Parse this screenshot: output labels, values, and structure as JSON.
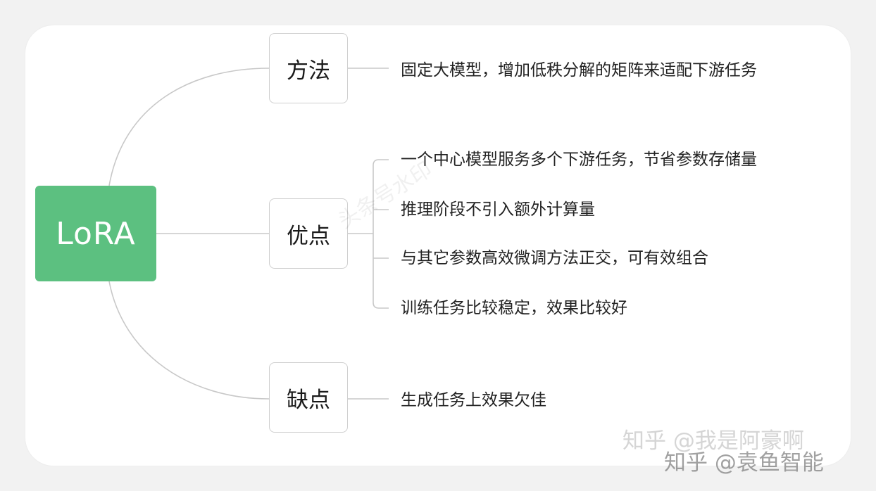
{
  "root": {
    "label": "LoRA"
  },
  "branches": [
    {
      "label": "方法",
      "leaves": [
        "固定大模型，增加低秩分解的矩阵来适配下游任务"
      ]
    },
    {
      "label": "优点",
      "leaves": [
        "一个中心模型服务多个下游任务，节省参数存储量",
        "推理阶段不引入额外计算量",
        "与其它参数高效微调方法正交，可有效组合",
        "训练任务比较稳定，效果比较好"
      ]
    },
    {
      "label": "缺点",
      "leaves": [
        "生成任务上效果欠佳"
      ]
    }
  ],
  "watermarks": {
    "diagonal": "头条号水印",
    "line1": "知乎 @我是阿豪啊",
    "line2": "知乎 @袁鱼智能"
  },
  "colors": {
    "root_fill": "#5cc080",
    "connector": "#c8c8c8",
    "branch_border": "#cfcfcf"
  }
}
